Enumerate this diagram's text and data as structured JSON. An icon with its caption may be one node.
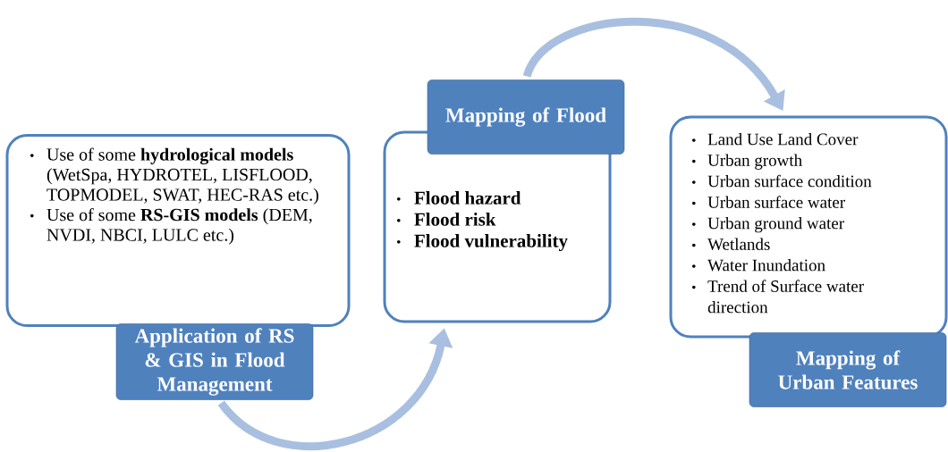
{
  "diagram": {
    "nodes": [
      {
        "text": [
          "Use of some **hydrological models** (WetSpa, HYDROTEL, LISFLOOD, TOPMODEL, SWAT, HEC-RAS etc.)",
          "Use of some **RS-GIS models** (DEM, NVDI, NBCI, LULC etc.)"
        ]
      },
      {
        "text": [
          "Application of RS & GIS in Flood Management"
        ]
      },
      {
        "text": [
          "Flood hazard",
          "Flood risk",
          "Flood vulnerability"
        ]
      },
      {
        "text": [
          "Mapping of Flood"
        ]
      },
      {
        "text": [
          "Land Use Land Cover",
          "Urban growth",
          "Urban surface condition",
          "Urban surface water",
          "Urban ground water",
          "Wetlands",
          "Water Inundation",
          "Trend of Surface water direction"
        ]
      },
      {
        "text": [
          "Mapping of Urban Features"
        ]
      }
    ],
    "edges": [
      {
        "from": 1,
        "to": 2,
        "arrow": "to"
      },
      {
        "from": 3,
        "to": 4,
        "arrow": "to"
      }
    ]
  }
}
